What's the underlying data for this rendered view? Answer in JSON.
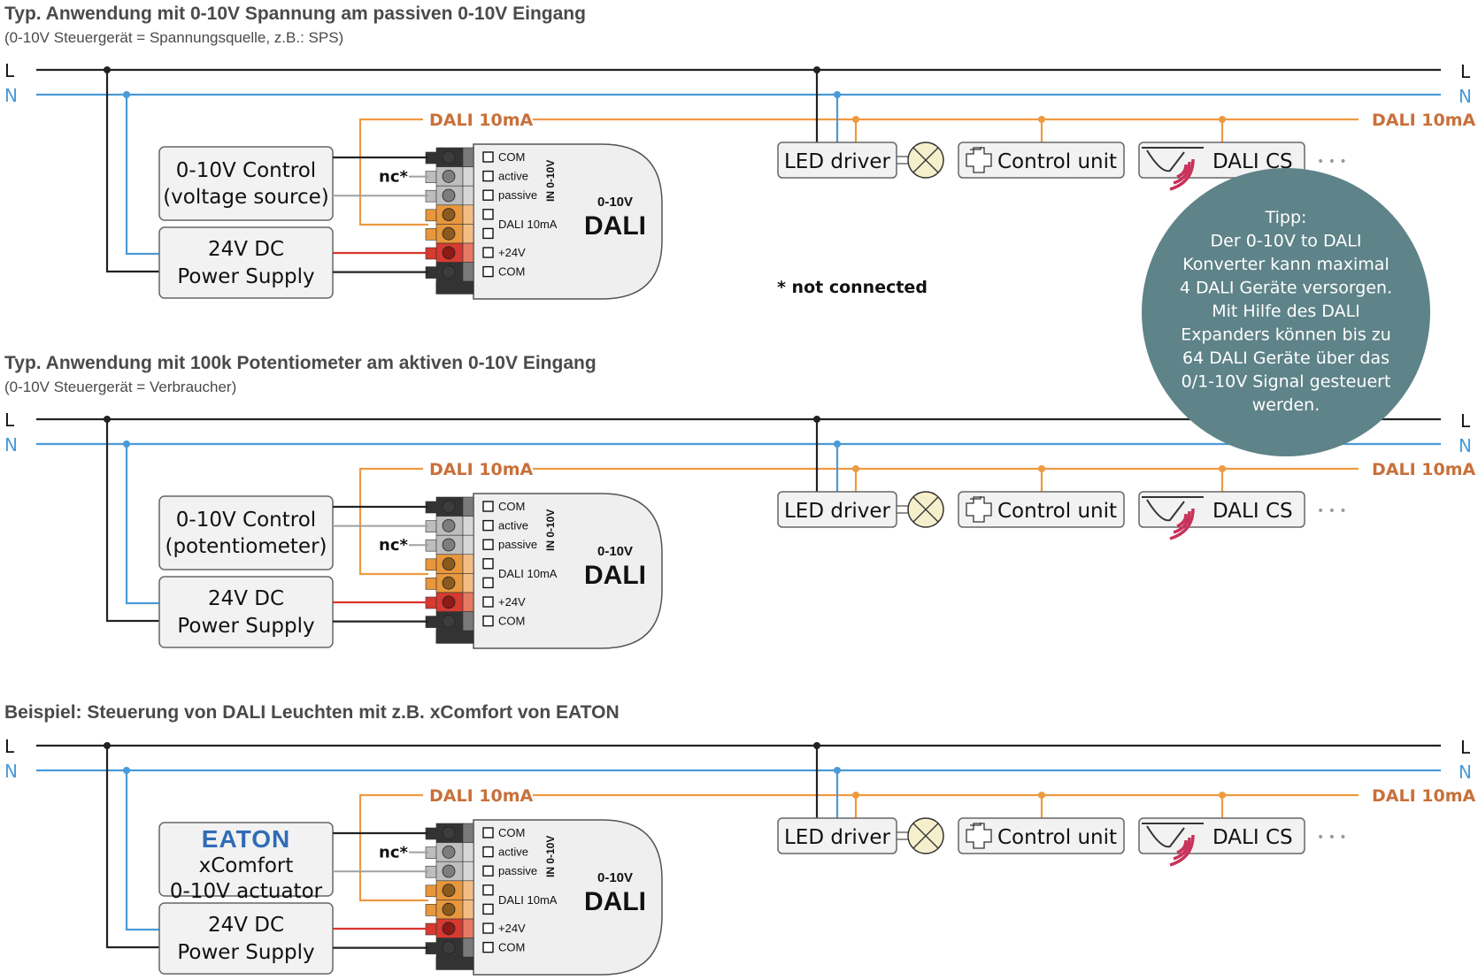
{
  "colors": {
    "phase": "#222222",
    "neutral": "#4a9ad6",
    "dali": "#ee9a40",
    "dali_text": "#c8703a",
    "red": "#d9332c",
    "gray_wire": "#a0a0a0",
    "tip_bg": "#5e8388",
    "box_fill": "#f2f2f2",
    "box_stroke": "#666666",
    "sensor_waves": "#c8325a",
    "lamp_fill": "#f6efcc"
  },
  "bus": {
    "l_label": "L",
    "n_label": "N",
    "dali_label": "DALI 10mA"
  },
  "converter": {
    "terminals": [
      {
        "label": "COM",
        "color": "dark"
      },
      {
        "label": "active",
        "color": "light"
      },
      {
        "label": "passive",
        "color": "light"
      },
      {
        "label": "",
        "color": "orange"
      },
      {
        "label": "",
        "color": "orange"
      },
      {
        "label": "+24V",
        "color": "red"
      },
      {
        "label": "COM",
        "color": "dark"
      }
    ],
    "dali_terminal_label": "DALI 10mA",
    "input_group_label": "IN 0-10V",
    "title_small": "0-10V",
    "title_big": "DALI"
  },
  "devices": {
    "led_driver": "LED driver",
    "control_unit": "Control unit",
    "dali_cs": "DALI CS",
    "more": "• • •"
  },
  "nc_label": "nc*",
  "note": "* not connected",
  "tip": {
    "lines": [
      "Tipp:",
      "Der 0-10V to DALI",
      "Konverter kann maximal",
      "4 DALI Geräte versorgen.",
      "Mit Hilfe des DALI",
      "Expanders können bis zu",
      "64 DALI Geräte über das",
      "0/1-10V Signal gesteuert",
      "werden."
    ]
  },
  "sections": [
    {
      "title": "Typ. Anwendung mit 0-10V Spannung am passiven 0-10V Eingang",
      "subtitle": "(0-10V Steuergerät = Spannungsquelle, z.B.: SPS)",
      "control_lines": [
        "0-10V Control",
        "(voltage source)"
      ],
      "brand": "",
      "input_terminal": "passive",
      "nc_terminal": "active",
      "psu_lines": [
        "24V DC",
        "Power Supply"
      ]
    },
    {
      "title": "Typ. Anwendung mit 100k Potentiometer am aktiven 0-10V Eingang",
      "subtitle": "(0-10V Steuergerät = Verbraucher)",
      "control_lines": [
        "0-10V Control",
        "(potentiometer)"
      ],
      "brand": "",
      "input_terminal": "active",
      "nc_terminal": "passive",
      "psu_lines": [
        "24V DC",
        "Power Supply"
      ]
    },
    {
      "title": "Beispiel: Steuerung von DALI Leuchten mit z.B. xComfort von EATON",
      "subtitle": "",
      "control_lines": [
        "xComfort",
        "0-10V actuator"
      ],
      "brand": "EATON",
      "input_terminal": "passive",
      "nc_terminal": "active",
      "psu_lines": [
        "24V DC",
        "Power Supply"
      ]
    }
  ]
}
